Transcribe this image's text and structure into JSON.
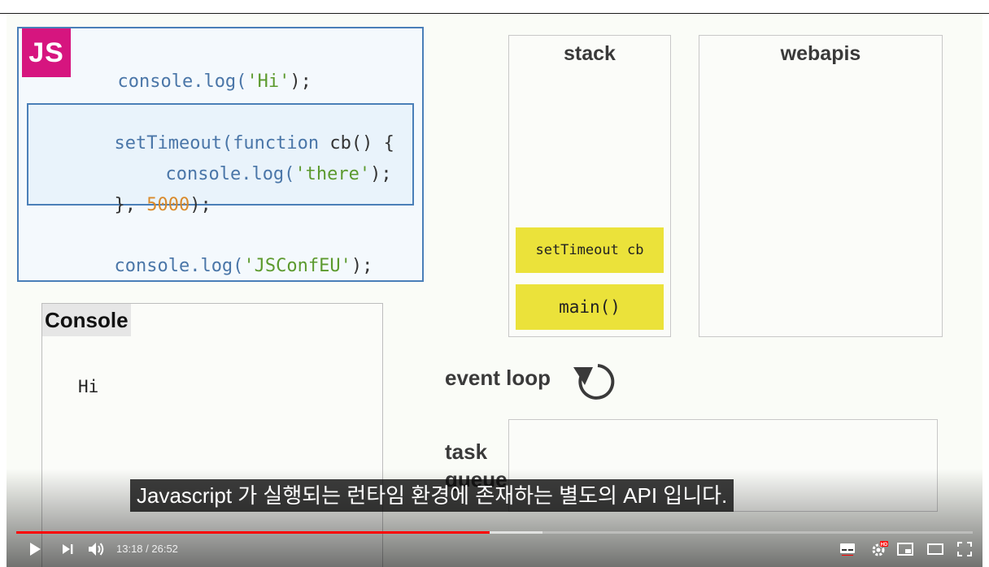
{
  "slide": {
    "code_lines": {
      "line1": {
        "fn": "console.log(",
        "str": "'Hi'",
        "end": ");"
      },
      "line2": {
        "fn": "setTimeout(",
        "kw": "function",
        "rest": " cb() {"
      },
      "line3": {
        "fn": "console.log(",
        "str": "'there'",
        "end": ");"
      },
      "line4": {
        "start": "}, ",
        "num": "5000",
        "end": ");"
      },
      "line5": {
        "fn": "console.log(",
        "str": "'JSConfEU'",
        "end": ");"
      }
    },
    "badge": "JS",
    "console": {
      "title": "Console",
      "output": [
        "Hi"
      ]
    },
    "stack": {
      "title": "stack",
      "frames": [
        "setTimeout cb",
        "main()"
      ]
    },
    "webapis": {
      "title": "webapis"
    },
    "event_loop": {
      "label": "event loop"
    },
    "task_queue": {
      "label_line1": "task",
      "label_line2": "queue"
    },
    "colors": {
      "badge": "#d6157f",
      "frame": "#ebe23a",
      "code_box": "#4a7fb8"
    }
  },
  "subtitle": "Javascript 가 실행되는 런타임 환경에 존재하는 별도의 API 입니다.",
  "player": {
    "current_time": "13:18",
    "duration": "26:52",
    "time_display": "13:18 / 26:52",
    "progress_fraction": 0.4953,
    "buffered_fraction": 0.55,
    "icons": [
      "play-icon",
      "next-icon",
      "volume-icon",
      "subtitles-icon",
      "settings-icon",
      "miniplayer-icon",
      "theater-icon",
      "fullscreen-icon"
    ],
    "hd_badge": "HD",
    "progress_color": "#ff0000"
  }
}
